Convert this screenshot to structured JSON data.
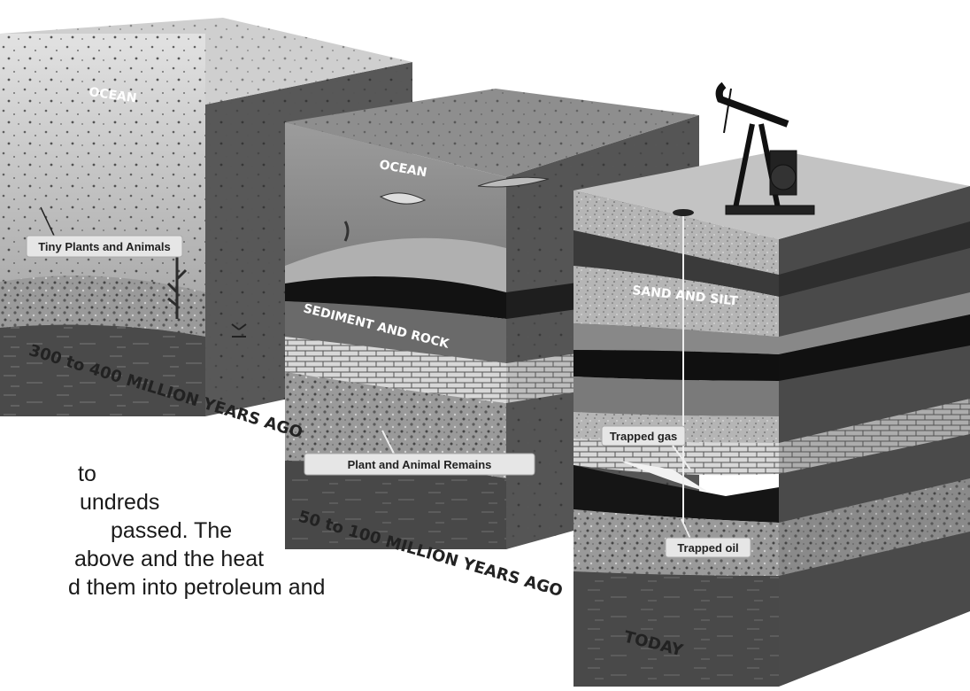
{
  "left_box": {
    "water_label": "OCEAN",
    "callout": "Tiny Plants and Animals",
    "era": "300 to 400 MILLION YEARS AGO"
  },
  "middle_box": {
    "water_label": "OCEAN",
    "layer_label": "SEDIMENT AND ROCK",
    "callout": "Plant and Animal Remains",
    "era": "50 to 100 MILLION YEARS AGO"
  },
  "right_box": {
    "layer_label": "SAND AND SILT",
    "callout_gas": "Trapped gas",
    "callout_oil": "Trapped oil",
    "era": "TODAY"
  },
  "text_fragments": [
    "to",
    "undreds",
    "passed.  The",
    "above  and  the  heat",
    "d  them  into  petroleum  and"
  ]
}
